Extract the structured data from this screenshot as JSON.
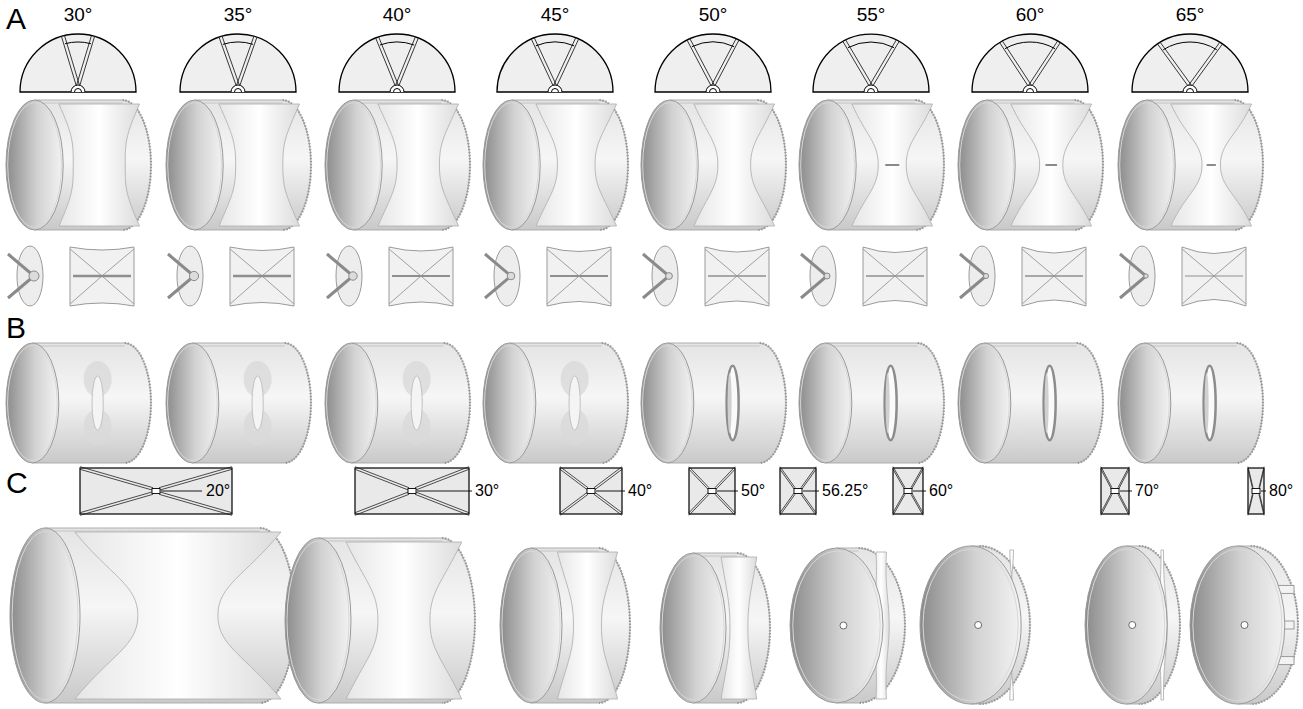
{
  "diagram": {
    "labels": [
      "A",
      "30°",
      "35°",
      "40°",
      "45°",
      "50°",
      "55°",
      "60°",
      "65°",
      "B",
      "C",
      "20°",
      "30°",
      "40°",
      "50°",
      "56.25°",
      "60°",
      "70°",
      "80°"
    ]
  }
}
